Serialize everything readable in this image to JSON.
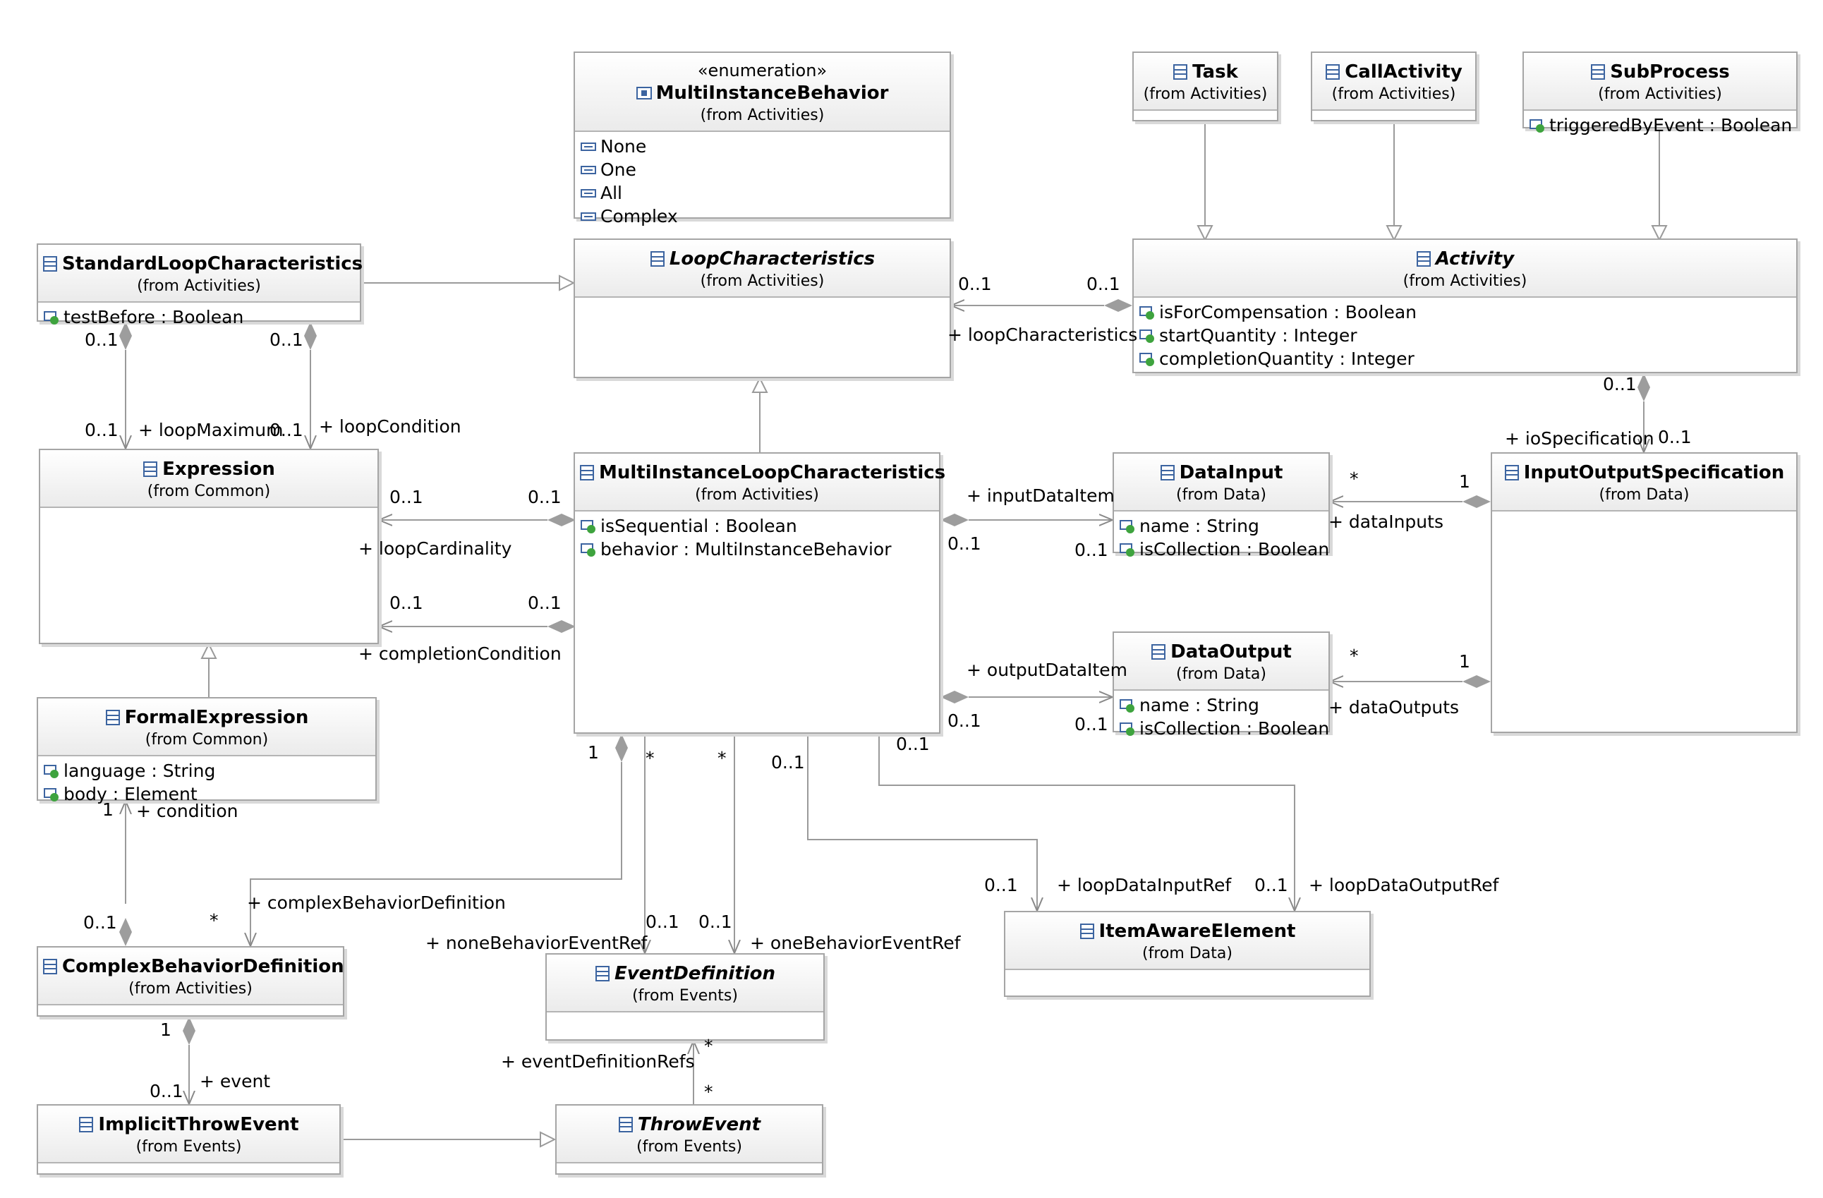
{
  "classes": {
    "multiInstanceBehavior": {
      "stereotype": "«enumeration»",
      "name": "MultiInstanceBehavior",
      "from": "(from Activities)",
      "literals": [
        "None",
        "One",
        "All",
        "Complex"
      ]
    },
    "task": {
      "name": "Task",
      "from": "(from Activities)"
    },
    "callActivity": {
      "name": "CallActivity",
      "from": "(from Activities)"
    },
    "subProcess": {
      "name": "SubProcess",
      "from": "(from Activities)",
      "attrs": [
        "triggeredByEvent : Boolean"
      ]
    },
    "standardLoop": {
      "name": "StandardLoopCharacteristics",
      "from": "(from Activities)",
      "attrs": [
        "testBefore : Boolean"
      ]
    },
    "loopCharacteristics": {
      "name": "LoopCharacteristics",
      "from": "(from Activities)"
    },
    "activity": {
      "name": "Activity",
      "from": "(from Activities)",
      "attrs": [
        "isForCompensation : Boolean",
        "startQuantity : Integer",
        "completionQuantity : Integer"
      ]
    },
    "expression": {
      "name": "Expression",
      "from": "(from Common)"
    },
    "multiInstanceLoop": {
      "name": "MultiInstanceLoopCharacteristics",
      "from": "(from Activities)",
      "attrs": [
        "isSequential : Boolean",
        "behavior : MultiInstanceBehavior"
      ]
    },
    "dataInput": {
      "name": "DataInput",
      "from": "(from Data)",
      "attrs": [
        "name : String",
        "isCollection : Boolean"
      ]
    },
    "ioSpec": {
      "name": "InputOutputSpecification",
      "from": "(from Data)"
    },
    "dataOutput": {
      "name": "DataOutput",
      "from": "(from Data)",
      "attrs": [
        "name : String",
        "isCollection : Boolean"
      ]
    },
    "formalExpression": {
      "name": "FormalExpression",
      "from": "(from Common)",
      "attrs": [
        "language : String",
        "body : Element"
      ]
    },
    "complexBehavior": {
      "name": "ComplexBehaviorDefinition",
      "from": "(from Activities)"
    },
    "eventDefinition": {
      "name": "EventDefinition",
      "from": "(from Events)"
    },
    "itemAware": {
      "name": "ItemAwareElement",
      "from": "(from Data)"
    },
    "implicitThrow": {
      "name": "ImplicitThrowEvent",
      "from": "(from Events)"
    },
    "throwEvent": {
      "name": "ThrowEvent",
      "from": "(from Events)"
    }
  },
  "labels": {
    "loopChar_src": "0..1",
    "loopChar_tgt": "0..1",
    "loopChar_role": "+ loopCharacteristics",
    "loopMax_src": "0..1",
    "loopMax_tgt": "0..1",
    "loopMax_role": "+ loopMaximum",
    "loopCond_src": "0..1",
    "loopCond_tgt": "0..1",
    "loopCond_role": "+ loopCondition",
    "loopCard_tgt": "0..1",
    "loopCard_src": "0..1",
    "loopCard_role": "+ loopCardinality",
    "compCond_tgt": "0..1",
    "compCond_src": "0..1",
    "compCond_role": "+ completionCondition",
    "inItem_role": "+ inputDataItem",
    "inItem_src": "0..1",
    "inItem_tgt": "0..1",
    "outItem_role": "+ outputDataItem",
    "outItem_src": "0..1",
    "outItem_tgt": "0..1",
    "dataInputs_tgt": "*",
    "dataInputs_src": "1",
    "dataInputs_role": "+ dataInputs",
    "dataOutputs_tgt": "*",
    "dataOutputs_src": "1",
    "dataOutputs_role": "+ dataOutputs",
    "ioSpec_src": "0..1",
    "ioSpec_role": "+ ioSpecification",
    "ioSpec_tgt": "0..1",
    "cbd_src": "1",
    "cbd_tgt": "*",
    "cbd_role": "+ complexBehaviorDefinition",
    "none_src": "*",
    "none_tgt": "0..1",
    "none_role": "+ noneBehaviorEventRef",
    "one_src": "*",
    "one_tgt": "0..1",
    "one_role": "+ oneBehaviorEventRef",
    "ldin_src": "0..1",
    "ldin_tgt": "0..1",
    "ldin_role": "+ loopDataInputRef",
    "ldout_src": "0..1",
    "ldout_tgt": "0..1",
    "ldout_role": "+ loopDataOutputRef",
    "cond_tgt": "1",
    "cond_role": "+ condition",
    "cond_src": "0..1",
    "event_src": "1",
    "event_tgt": "0..1",
    "event_role": "+ event",
    "edr_role": "+ eventDefinitionRefs",
    "edr_tgt": "*",
    "edr_src": "*"
  }
}
